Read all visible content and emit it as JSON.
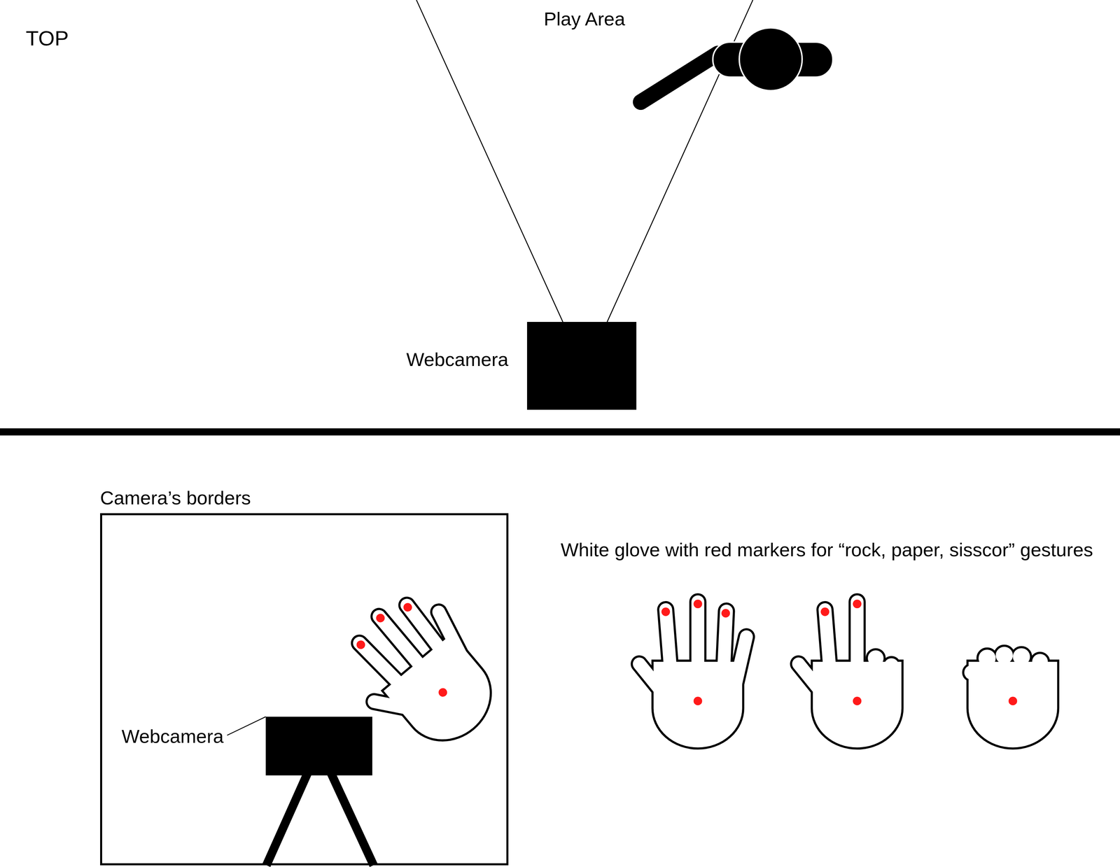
{
  "diagram": {
    "nodes": [
      {
        "text": [
          "Webcamera"
        ]
      },
      {
        "text": [
          "Camera’s borders"
        ]
      },
      {
        "text": [
          "Webcamera"
        ],
        "in": 1
      }
    ],
    "labels": [
      "TOP",
      "Play Area",
      "White glove with red markers for “rock, paper, sisscor” gestures"
    ]
  }
}
